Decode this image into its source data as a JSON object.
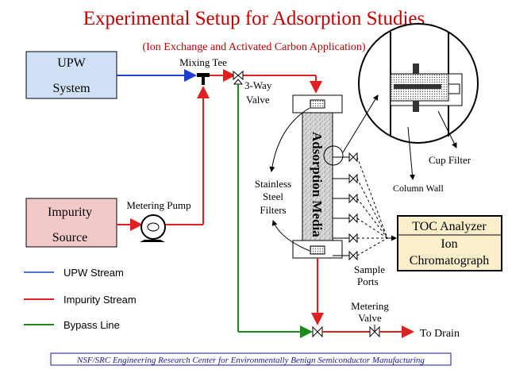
{
  "title": "Experimental Setup for Adsorption Studies",
  "subtitle": "(Ion Exchange and Activated Carbon Application)",
  "boxes": {
    "upw_line1": "UPW",
    "upw_line2": "System",
    "impurity_line1": "Impurity",
    "impurity_line2": "Source",
    "toc_title": "TOC Analyzer",
    "toc_line2": "Ion",
    "toc_line3": "Chromatograph"
  },
  "labels": {
    "mixing_tee": "Mixing Tee",
    "three_way_1": "3-Way",
    "three_way_2": "Valve",
    "metering_pump": "Metering Pump",
    "stainless_1": "Stainless",
    "stainless_2": "Steel",
    "stainless_3": "Filters",
    "adsorption_media": "Adsorption Media",
    "cup_filter": "Cup Filter",
    "column_wall": "Column Wall",
    "sample_1": "Sample",
    "sample_2": "Ports",
    "metering_valve_1": "Metering",
    "metering_valve_2": "Valve",
    "to_drain": "To Drain"
  },
  "legend": [
    {
      "label": "UPW Stream",
      "color": "#1f3fd0"
    },
    {
      "label": "Impurity Stream",
      "color": "#e02020"
    },
    {
      "label": "Bypass Line",
      "color": "#1a8a1a"
    }
  ],
  "footer": "NSF/SRC Engineering Research Center for Environmentally Benign Semiconductor Manufacturing",
  "colors": {
    "title": "#c00000",
    "subtitle": "#c00000",
    "upw_fill": "#cfe0f7",
    "impurity_fill": "#f3c8c8",
    "toc_fill": "#fbeecb",
    "footer": "#1a1a9a"
  },
  "icons": [
    "pump-icon",
    "valve-icon",
    "mixing-tee-icon",
    "arrow-icon"
  ]
}
